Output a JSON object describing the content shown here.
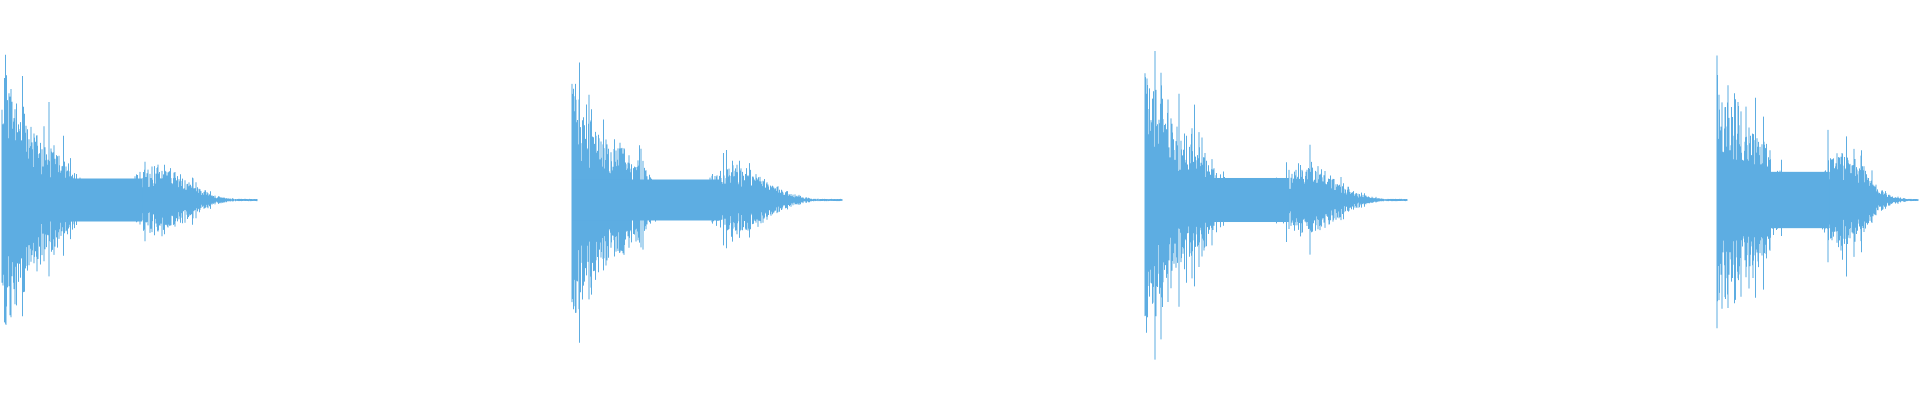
{
  "waveform": {
    "color": "#5dade2",
    "background": "#ffffff",
    "clips": [
      {
        "peak_amplitude": 0.98,
        "sustain_amplitude": 0.42,
        "decay_rate": 0.55
      },
      {
        "peak_amplitude": 0.86,
        "sustain_amplitude": 0.4,
        "decay_rate": 0.55
      },
      {
        "peak_amplitude": 0.99,
        "sustain_amplitude": 0.43,
        "decay_rate": 0.55
      },
      {
        "peak_amplitude": 1.0,
        "sustain_amplitude": 0.55,
        "decay_rate": 0.3
      }
    ]
  }
}
